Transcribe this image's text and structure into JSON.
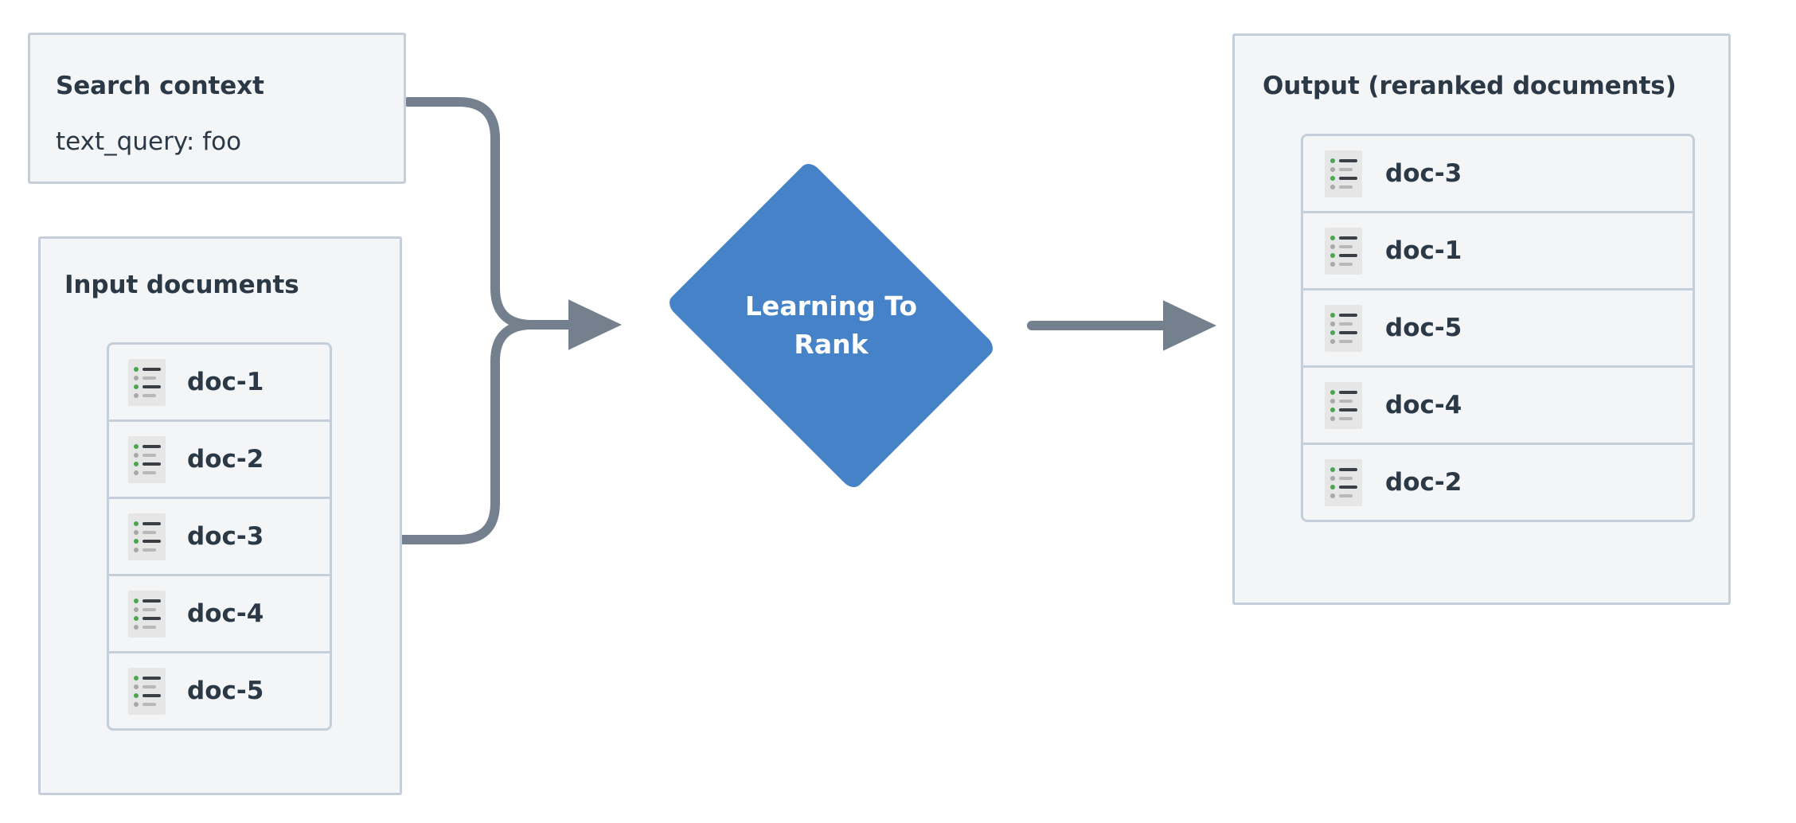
{
  "diagram": {
    "title": "Learning To Rank reranking flow",
    "background": "#ffffff",
    "colors": {
      "panel_fill": "#f3f5f7",
      "panel_border": "#c4cfdb",
      "text": "#2b3845",
      "node_blue": "#4682c8",
      "connector": "#74808e",
      "icon_bg": "#e6e6e6",
      "icon_dot_green": "#4aa64f",
      "icon_dot_gray": "#a8a8a8"
    }
  },
  "search_context": {
    "title": "Search context",
    "field_label": "text_query: foo"
  },
  "input_documents": {
    "title": "Input documents",
    "docs": [
      {
        "label": "doc-1",
        "icon": "document-list-icon"
      },
      {
        "label": "doc-2",
        "icon": "document-list-icon"
      },
      {
        "label": "doc-3",
        "icon": "document-list-icon"
      },
      {
        "label": "doc-4",
        "icon": "document-list-icon"
      },
      {
        "label": "doc-5",
        "icon": "document-list-icon"
      }
    ]
  },
  "process_node": {
    "label": "Learning To\nRank",
    "shape": "diamond"
  },
  "output": {
    "title": "Output (reranked documents)",
    "docs": [
      {
        "label": "doc-3",
        "icon": "document-list-icon"
      },
      {
        "label": "doc-1",
        "icon": "document-list-icon"
      },
      {
        "label": "doc-5",
        "icon": "document-list-icon"
      },
      {
        "label": "doc-4",
        "icon": "document-list-icon"
      },
      {
        "label": "doc-2",
        "icon": "document-list-icon"
      }
    ]
  },
  "connectors": [
    {
      "name": "search-context-to-ltr",
      "from": "search-context",
      "to": "learning-to-rank",
      "arrow": true
    },
    {
      "name": "input-documents-to-ltr",
      "from": "input-documents",
      "to": "learning-to-rank",
      "arrow": true
    },
    {
      "name": "ltr-to-output",
      "from": "learning-to-rank",
      "to": "output",
      "arrow": true
    }
  ]
}
